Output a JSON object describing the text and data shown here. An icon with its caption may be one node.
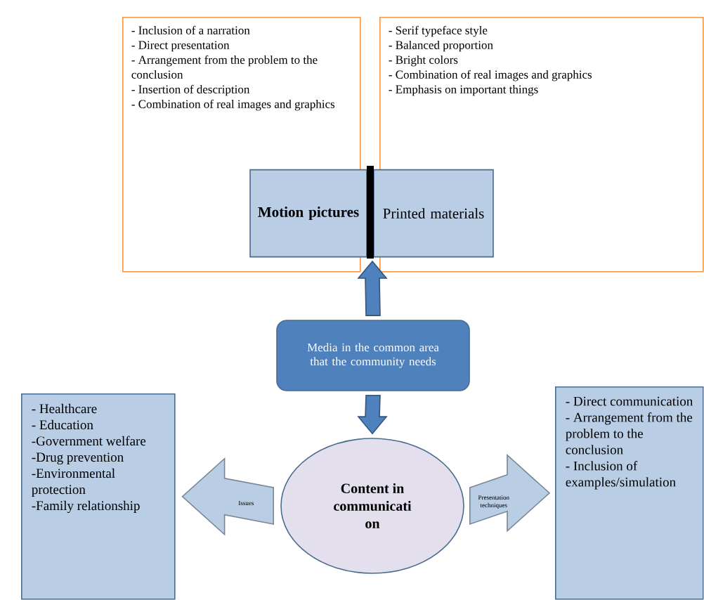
{
  "diagram": {
    "nodes": [
      {
        "text": [
          "- Inclusion of a narration",
          "- Direct presentation",
          "- Arrangement from the problem to the conclusion",
          "- Insertion of description",
          "- Combination of real images and graphics"
        ]
      },
      {
        "text": [
          "- Serif typeface style",
          "- Balanced proportion",
          "- Bright colors",
          "- Combination of real images and graphics",
          "- Emphasis on important things"
        ]
      },
      {
        "text": [
          "Motion pictures"
        ],
        "in": 0
      },
      {
        "text": [
          "Printed materials"
        ],
        "in": 1
      },
      {
        "text": [
          "Media in the common area that the community needs"
        ]
      },
      {
        "text": [
          "Content in communicati on"
        ]
      },
      {
        "text": [
          "- Healthcare",
          "- Education",
          "-Government welfare",
          "-Drug prevention",
          "-Environmental protection",
          "-Family relationship"
        ]
      },
      {
        "text": [
          "- Direct communication",
          "- Arrangement from the problem to the conclusion",
          "- Inclusion of examples/simulation"
        ]
      }
    ],
    "edges": [
      {
        "from": 4,
        "to": null,
        "arrow": "to",
        "color": "#4f81bd"
      },
      {
        "from": 4,
        "to": 5,
        "arrow": "to",
        "color": "#4f81bd"
      },
      {
        "from": 5,
        "to": 6,
        "arrow": "to",
        "label": "Issues",
        "color": "#b9cde5"
      },
      {
        "from": 5,
        "to": 7,
        "arrow": "to",
        "label": "Presentation techniques",
        "color": "#b9cde5"
      }
    ]
  }
}
